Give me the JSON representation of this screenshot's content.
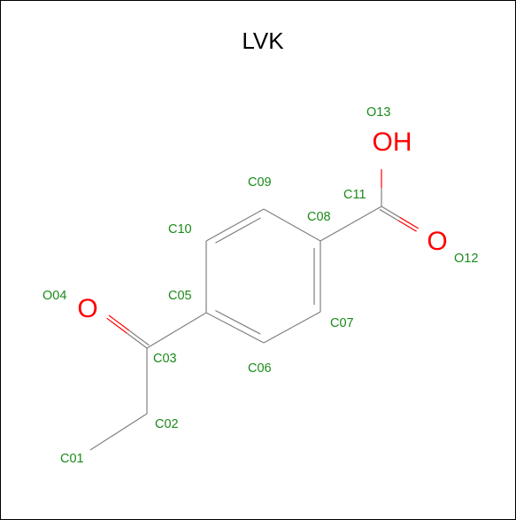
{
  "title": "LVK",
  "colors": {
    "bond": "#808080",
    "oxygen": "#ff0000",
    "label": "#1a8a1a",
    "title": "#000000"
  },
  "elements": {
    "O04": "O",
    "O12": "O",
    "O13": "OH"
  },
  "atoms": [
    {
      "id": "C01",
      "label": "C01"
    },
    {
      "id": "C02",
      "label": "C02"
    },
    {
      "id": "C03",
      "label": "C03"
    },
    {
      "id": "O04",
      "label": "O04"
    },
    {
      "id": "C05",
      "label": "C05"
    },
    {
      "id": "C06",
      "label": "C06"
    },
    {
      "id": "C07",
      "label": "C07"
    },
    {
      "id": "C08",
      "label": "C08"
    },
    {
      "id": "C09",
      "label": "C09"
    },
    {
      "id": "C10",
      "label": "C10"
    },
    {
      "id": "C11",
      "label": "C11"
    },
    {
      "id": "O12",
      "label": "O12"
    },
    {
      "id": "O13",
      "label": "O13"
    }
  ],
  "bonds": [
    {
      "from": "C01",
      "to": "C02",
      "order": 1
    },
    {
      "from": "C02",
      "to": "C03",
      "order": 1
    },
    {
      "from": "C03",
      "to": "O04",
      "order": 2
    },
    {
      "from": "C03",
      "to": "C05",
      "order": 1
    },
    {
      "from": "C05",
      "to": "C06",
      "order": 2
    },
    {
      "from": "C06",
      "to": "C07",
      "order": 1
    },
    {
      "from": "C07",
      "to": "C08",
      "order": 2
    },
    {
      "from": "C08",
      "to": "C09",
      "order": 1
    },
    {
      "from": "C09",
      "to": "C10",
      "order": 2
    },
    {
      "from": "C10",
      "to": "C05",
      "order": 1
    },
    {
      "from": "C08",
      "to": "C11",
      "order": 1
    },
    {
      "from": "C11",
      "to": "O12",
      "order": 2
    },
    {
      "from": "C11",
      "to": "O13",
      "order": 1
    }
  ]
}
